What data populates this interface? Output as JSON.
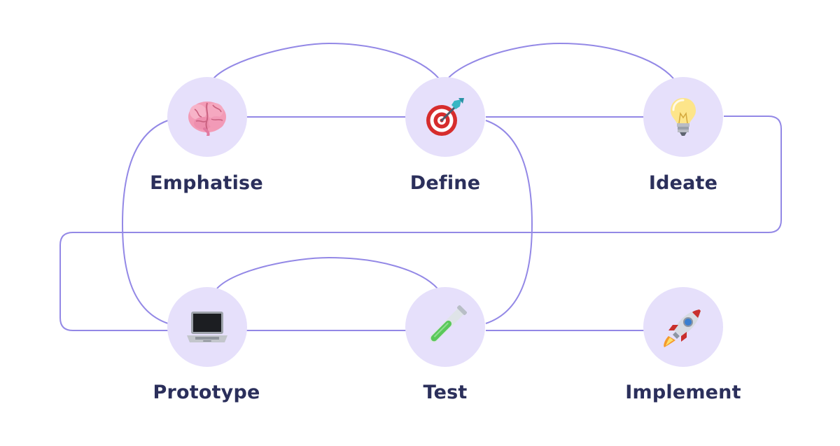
{
  "diagram": {
    "stages": [
      {
        "id": "emphatise",
        "label": "Emphatise",
        "icon": "brain-icon"
      },
      {
        "id": "define",
        "label": "Define",
        "icon": "target-icon"
      },
      {
        "id": "ideate",
        "label": "Ideate",
        "icon": "lightbulb-icon"
      },
      {
        "id": "prototype",
        "label": "Prototype",
        "icon": "laptop-icon"
      },
      {
        "id": "test",
        "label": "Test",
        "icon": "test-tube-icon"
      },
      {
        "id": "implement",
        "label": "Implement",
        "icon": "rocket-icon"
      }
    ],
    "colors": {
      "node_fill": "#e6e0fb",
      "connector": "#9388e6",
      "label_text": "#2b2f5b"
    }
  }
}
